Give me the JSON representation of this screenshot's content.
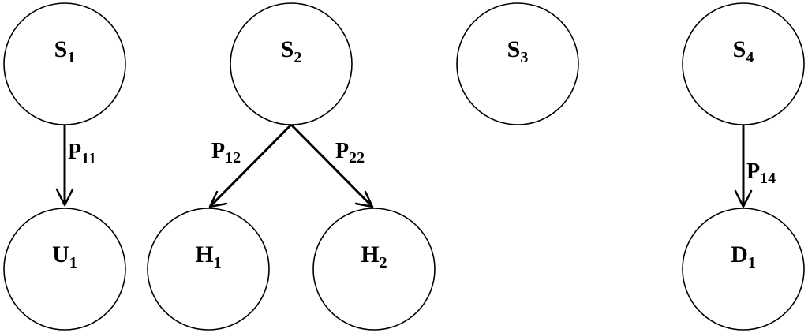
{
  "nodes": {
    "s1": {
      "main": "S",
      "sub": "1"
    },
    "s2": {
      "main": "S",
      "sub": "2"
    },
    "s3": {
      "main": "S",
      "sub": "3"
    },
    "s4": {
      "main": "S",
      "sub": "4"
    },
    "u1": {
      "main": "U",
      "sub": "1"
    },
    "h1": {
      "main": "H",
      "sub": "1"
    },
    "h2": {
      "main": "H",
      "sub": "2"
    },
    "d1": {
      "main": "D",
      "sub": "1"
    }
  },
  "edges": {
    "s1_u1": {
      "main": "P",
      "sub": "11"
    },
    "s2_h1": {
      "main": "P",
      "sub": "12"
    },
    "s2_h2": {
      "main": "P",
      "sub": "22"
    },
    "s4_d1": {
      "main": "P",
      "sub": "14"
    }
  }
}
